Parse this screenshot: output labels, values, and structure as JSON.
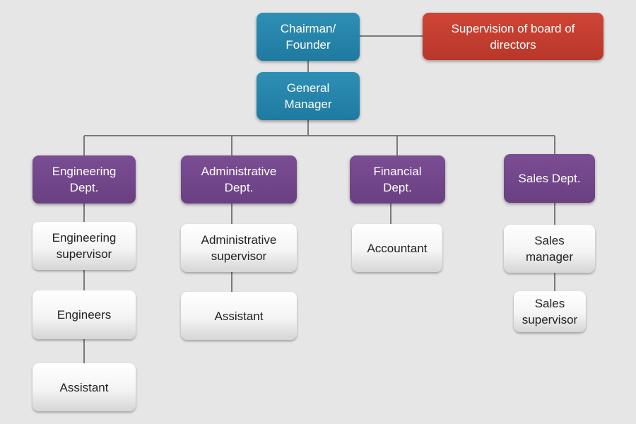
{
  "colors": {
    "background": "#e7e6e7",
    "executive": "#2484ab",
    "board": "#c43f30",
    "department": "#724689",
    "staff": "#f2f2f2",
    "connector": "#7a7a7a"
  },
  "chairman": "Chairman/\nFounder",
  "board": "Supervision of board of\ndirectors",
  "general_manager": "General\nManager",
  "departments": {
    "engineering": {
      "title": "Engineering\nDept.",
      "staff": [
        "Engineering\nsupervisor",
        "Engineers",
        "Assistant"
      ]
    },
    "administrative": {
      "title": "Administrative\nDept.",
      "staff": [
        "Administrative\nsupervisor",
        "Assistant"
      ]
    },
    "financial": {
      "title": "Financial\nDept.",
      "staff": [
        "Accountant"
      ]
    },
    "sales": {
      "title": "Sales Dept.",
      "staff": [
        "Sales\nmanager",
        "Sales\nsupervisor"
      ]
    }
  }
}
